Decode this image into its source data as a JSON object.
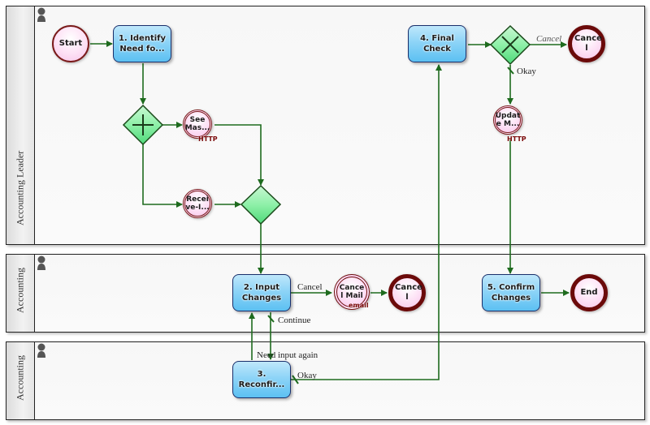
{
  "lanes": [
    {
      "label": "Accounting Leader"
    },
    {
      "label": "Accounting"
    },
    {
      "label": "Accounting"
    }
  ],
  "tasks": [
    {
      "id": "t1",
      "label": "1. Identify Need fo..."
    },
    {
      "id": "t2",
      "label": "2. Input Changes"
    },
    {
      "id": "t3",
      "label": "3. Reconfir..."
    },
    {
      "id": "t4",
      "label": "4. Final Check"
    },
    {
      "id": "t5",
      "label": "5. Confirm Changes"
    }
  ],
  "events": {
    "start": {
      "label": "Start"
    },
    "see_master": {
      "label": "See Mas...",
      "tag": "HTTP"
    },
    "receive": {
      "label": "Recei ve-I..."
    },
    "update": {
      "label": "Updat e M...",
      "tag": "HTTP"
    },
    "cancel_mail": {
      "label": "Cance l Mail",
      "tag": "email"
    },
    "cancel_end_1": {
      "label": "Cance l"
    },
    "cancel_end_2": {
      "label": "Cance l"
    },
    "end": {
      "label": "End"
    }
  },
  "edge_labels": {
    "cancel_top": "Cancel",
    "okay_top": "Okay",
    "cancel_mid": "Cancel",
    "continue": "Continue",
    "input_again": "Need input again",
    "okay_bottom": "Okay"
  },
  "colors": {
    "flow": "#1e6b1e",
    "gateway_fill": "#7de89a",
    "task_border": "#1a2f6b",
    "event_border": "#7a1a1a"
  }
}
